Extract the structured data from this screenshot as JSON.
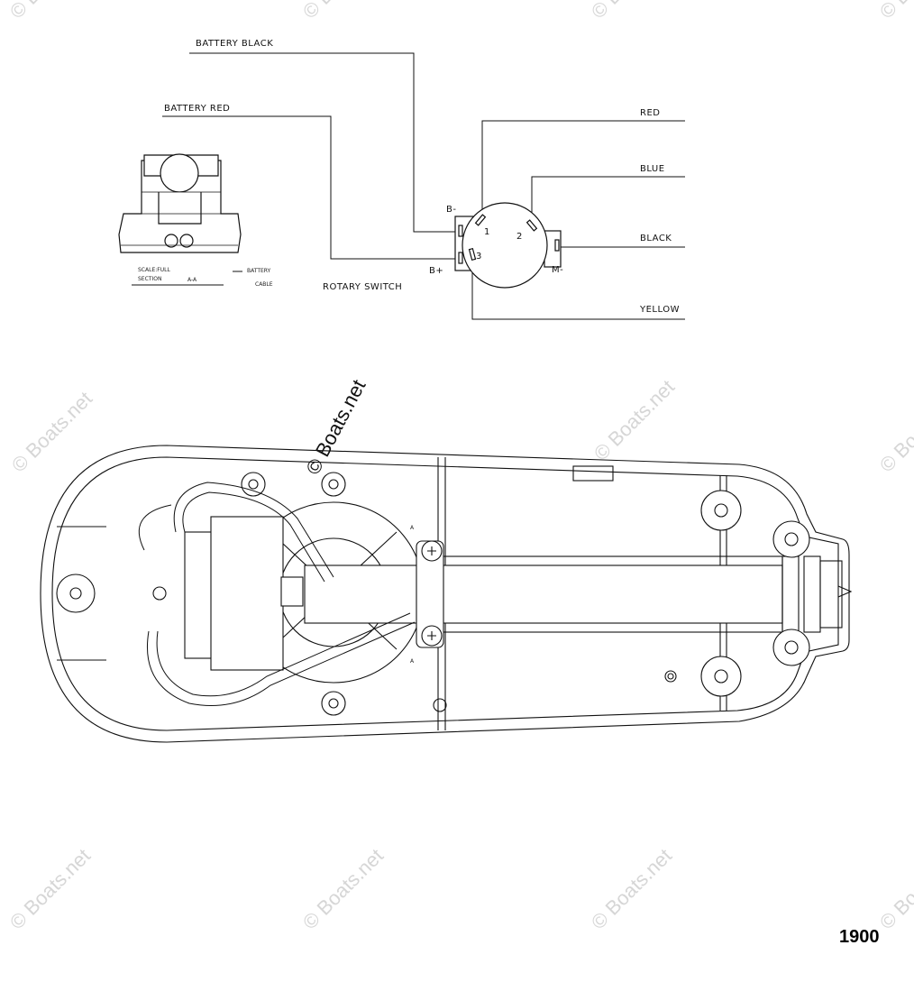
{
  "wiring": {
    "battery_black": "BATTERY BLACK",
    "battery_red": "BATTERY RED",
    "red": "RED",
    "blue": "BLUE",
    "black": "BLACK",
    "yellow": "YELLOW",
    "rotary_switch": "ROTARY SWITCH",
    "terminal_b_minus": "B-",
    "terminal_b_plus": "B+",
    "terminal_m_minus": "M-",
    "pin_1": "1",
    "pin_2": "2",
    "pin_3": "3"
  },
  "section": {
    "scale_full": "SCALE:FULL",
    "section": "SECTION",
    "a_a": "A-A",
    "battery": "BATTERY",
    "cable": "CABLE"
  },
  "housing": {
    "marker_a_top": "A",
    "marker_a_bottom": "A"
  },
  "watermark": "© Boats.net",
  "page_number": "1900"
}
